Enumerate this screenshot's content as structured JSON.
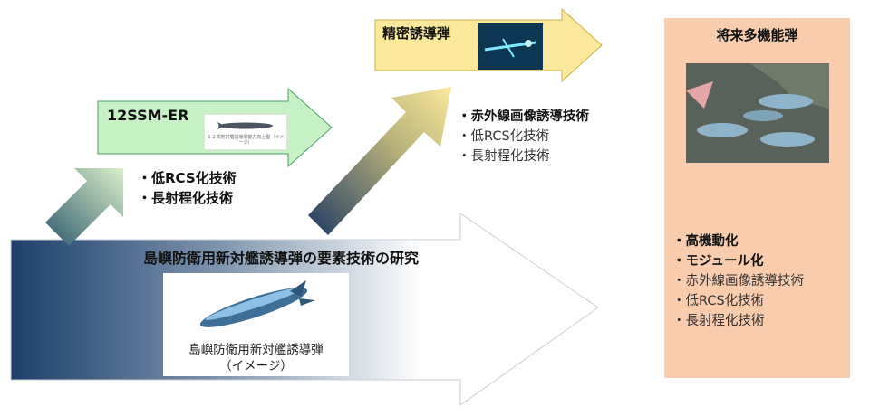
{
  "arrow_12ssm": {
    "title": "12SSM-ER",
    "thumb_caption": "１２式地対艦誘導弾能力向上型（イメージ）",
    "items": [
      "・低RCS化技術",
      "・長射程化技術"
    ]
  },
  "arrow_precision": {
    "title": "精密誘導弾",
    "items": [
      {
        "text": "・赤外線画像誘導技術",
        "bold": true
      },
      {
        "text": "・低RCS化技術",
        "bold": false
      },
      {
        "text": "・長射程化技術",
        "bold": false
      }
    ]
  },
  "future": {
    "title": "将来多機能弾",
    "items": [
      {
        "text": "・高機動化",
        "bold": true
      },
      {
        "text": "・モジュール化",
        "bold": true
      },
      {
        "text": "・赤外線画像誘導技術",
        "bold": false
      },
      {
        "text": "・低RCS化技術",
        "bold": false
      },
      {
        "text": "・長射程化技術",
        "bold": false
      }
    ]
  },
  "main": {
    "title": "島嶼防衛用新対艦誘導弾の要素技術の研究",
    "caption_line1": "島嶼防衛用新対艦誘導弾",
    "caption_line2": "（イメージ）"
  },
  "colors": {
    "green_arrow": "#c7f0c4",
    "yellow_arrow": "#fbe89a",
    "future_box": "#f8ccad",
    "main_arrow_dark": "#1d3f6a"
  }
}
